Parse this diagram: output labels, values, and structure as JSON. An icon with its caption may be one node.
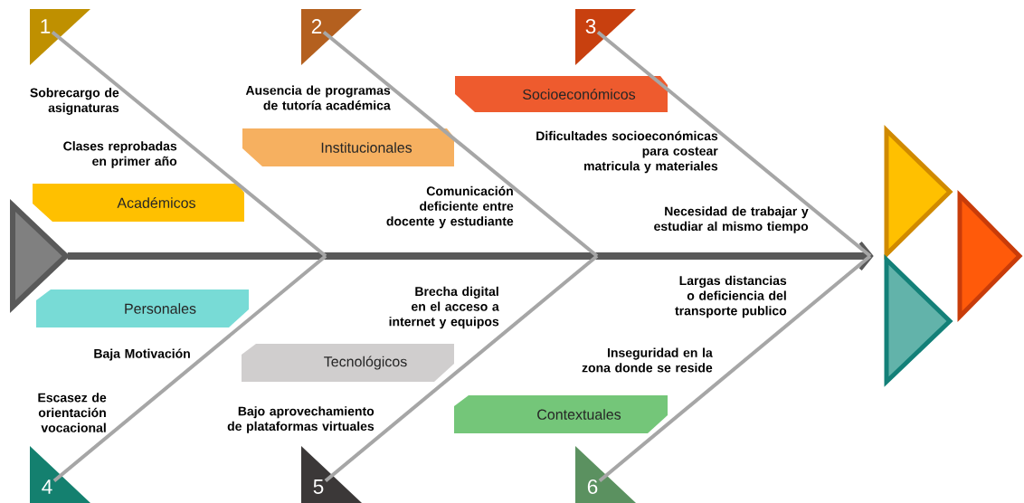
{
  "diagram": {
    "nodes": [
      {
        "text": [
          "1"
        ]
      },
      {
        "text": [
          "2"
        ]
      },
      {
        "text": [
          "3"
        ]
      },
      {
        "text": [
          "Socioeconómicos"
        ]
      },
      {
        "text": [
          "Institucionales"
        ]
      },
      {
        "text": [
          "Académicos"
        ]
      },
      {
        "text": [],
        "shape": "triangle"
      },
      {
        "text": [],
        "shape": "picture"
      },
      {
        "text": [
          "Personales"
        ]
      },
      {
        "text": [
          "Tecnológicos"
        ]
      },
      {
        "text": [
          "Contextuales"
        ]
      },
      {
        "text": [
          "4"
        ]
      },
      {
        "text": [
          "5"
        ]
      },
      {
        "text": [
          "6"
        ]
      }
    ],
    "edges": [
      {
        "from": 6,
        "to": 7,
        "arrow": "to",
        "style": "thick",
        "color": "#595959"
      },
      {
        "from": 0,
        "to": null,
        "arrow": "none"
      },
      {
        "from": 1,
        "to": null,
        "arrow": "none"
      },
      {
        "from": 2,
        "to": null,
        "arrow": "none"
      },
      {
        "from": 11,
        "to": null,
        "arrow": "none"
      },
      {
        "from": 12,
        "to": null,
        "arrow": "none"
      },
      {
        "from": 13,
        "to": null,
        "arrow": "none"
      }
    ],
    "labels": [
      "Sobrecargo de asignaturas",
      "Ausencia de programas de tutoría académica",
      "Clases reprobadas en primer año",
      "Dificultades socioeconómicas para costear matricula y materiales",
      "Comunicación deficiente entre docente y estudiante",
      "Necesidad de trabajar y estudiar al mismo tiempo",
      "Brecha digital en el acceso a internet y equipos",
      "Largas distancias o deficiencia del transporte publico",
      "Baja Motivación",
      "Inseguridad en la zona donde se reside",
      "Escasez de orientación vocacional",
      "Bajo aprovechamiento de plataformas virtuales"
    ]
  }
}
